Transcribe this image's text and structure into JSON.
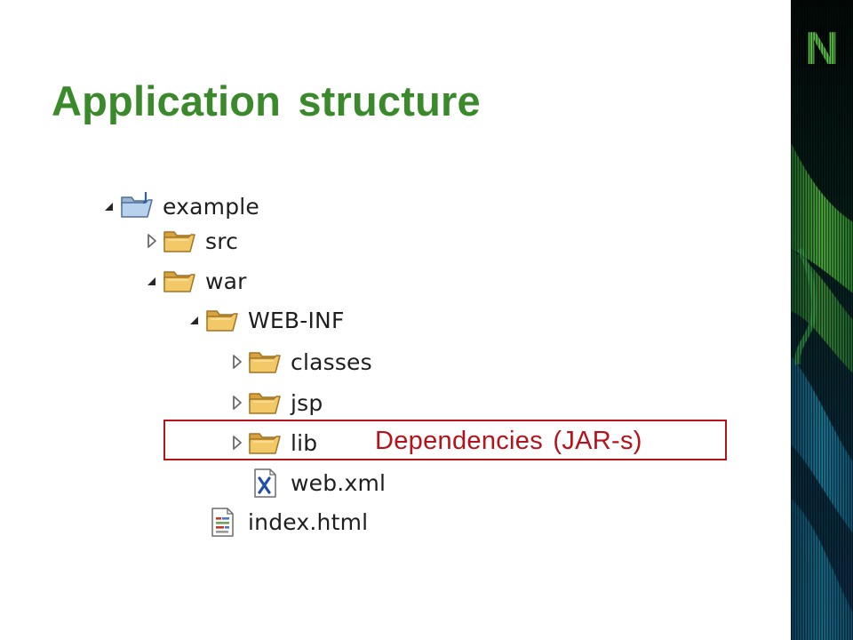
{
  "title": "Application structure",
  "colors": {
    "title": "#3a8a2c",
    "callout": "#b5121b",
    "panel_dark": "#03141c",
    "panel_green": "#4fbf3c",
    "panel_blue": "#0d5a7a",
    "folder": "#e9b64e"
  },
  "tree": [
    {
      "label": "example",
      "toggle": "expanded",
      "icon": "project-folder-icon"
    },
    {
      "label": "src",
      "toggle": "collapsed",
      "icon": "folder-icon"
    },
    {
      "label": "war",
      "toggle": "expanded",
      "icon": "folder-icon"
    },
    {
      "label": "WEB-INF",
      "toggle": "expanded",
      "icon": "folder-icon"
    },
    {
      "label": "classes",
      "toggle": "collapsed",
      "icon": "folder-icon"
    },
    {
      "label": "jsp",
      "toggle": "collapsed",
      "icon": "folder-icon"
    },
    {
      "label": "lib",
      "toggle": "collapsed",
      "icon": "folder-icon"
    },
    {
      "label": "web.xml",
      "toggle": "none",
      "icon": "xml-file-icon"
    },
    {
      "label": "index.html",
      "toggle": "none",
      "icon": "html-file-icon"
    }
  ],
  "callout": {
    "text": "Dependencies (JAR-s)"
  },
  "logo": {
    "letter": "N"
  }
}
